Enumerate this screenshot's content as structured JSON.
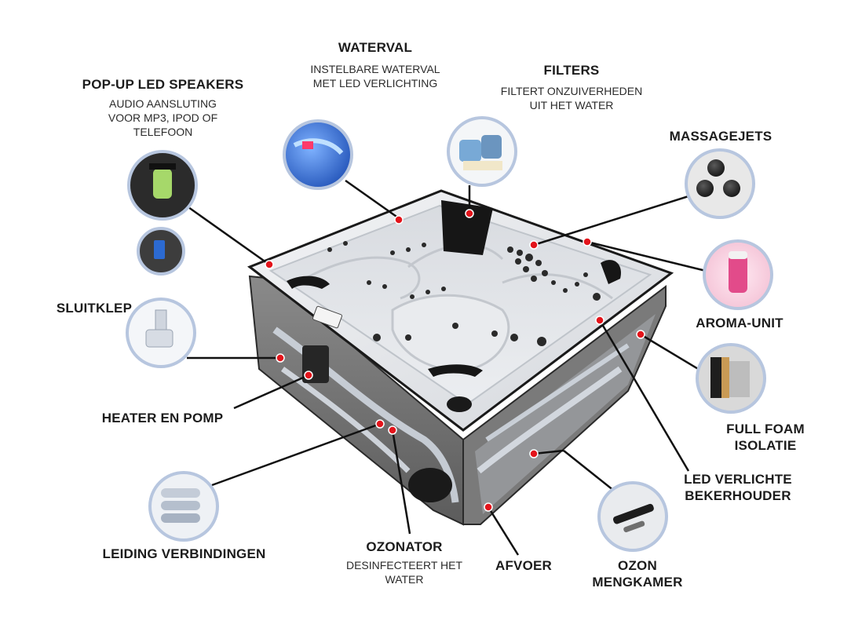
{
  "callouts": {
    "waterval": {
      "title": "WATERVAL",
      "desc": [
        "INSTELBARE WATERVAL",
        "MET LED VERLICHTING"
      ]
    },
    "filters": {
      "title": "FILTERS",
      "desc": [
        "FILTERT ONZUIVERHEDEN",
        "UIT HET WATER"
      ]
    },
    "speakers": {
      "title": "POP-UP LED SPEAKERS",
      "desc": [
        "AUDIO AANSLUTING",
        "VOOR MP3, IPOD OF",
        "TELEFOON"
      ]
    },
    "massagejets": {
      "title": "MASSAGEJETS"
    },
    "sluitklep": {
      "title": "SLUITKLEP"
    },
    "aroma": {
      "title": "AROMA-UNIT"
    },
    "heater": {
      "title": "HEATER EN POMP"
    },
    "foam": {
      "title": [
        "FULL FOAM",
        "ISOLATIE"
      ]
    },
    "beker": {
      "title": [
        "LED VERLICHTE",
        "BEKERHOUDER"
      ]
    },
    "leiding": {
      "title": "LEIDING VERBINDINGEN"
    },
    "ozonator": {
      "title": "OZONATOR",
      "desc": [
        "DESINFECTEERT HET",
        "WATER"
      ]
    },
    "afvoer": {
      "title": "AFVOER"
    },
    "ozon_meng": {
      "title": [
        "OZON",
        "MENGKAMER"
      ]
    }
  },
  "colors": {
    "marker": "#e3141b",
    "line": "#111111",
    "circle_border": "#b7c6df",
    "shell": "#e7e9ed",
    "cabinet": "#6b6b6b"
  }
}
